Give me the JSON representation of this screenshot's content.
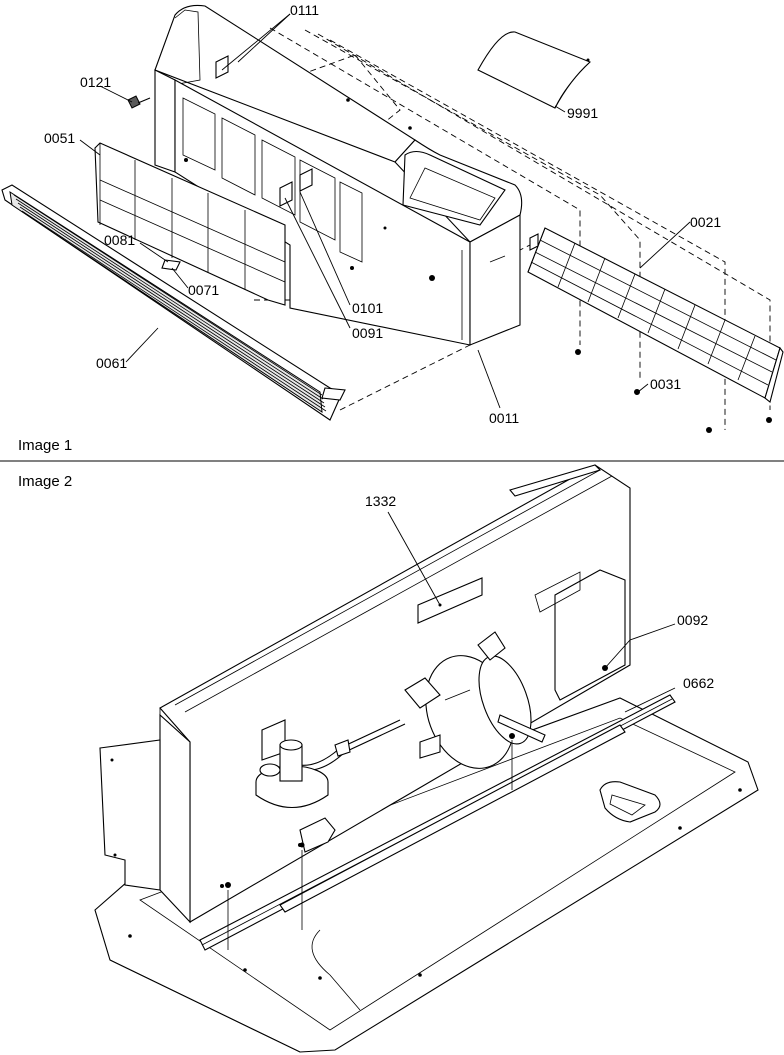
{
  "panels": [
    {
      "id": "image-1",
      "caption": "Image 1",
      "part_labels": [
        "0111",
        "9991",
        "0121",
        "0051",
        "0021",
        "0081",
        "0071",
        "0101",
        "0091",
        "0061",
        "0031",
        "0011"
      ]
    },
    {
      "id": "image-2",
      "caption": "Image 2",
      "part_labels": [
        "1332",
        "0092",
        "0662"
      ]
    }
  ]
}
